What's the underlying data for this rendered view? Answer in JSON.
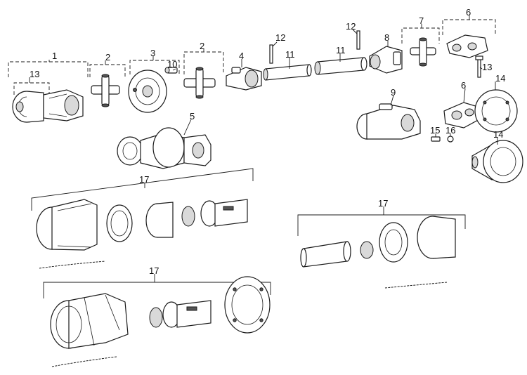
{
  "callouts": {
    "c1": "1",
    "c2a": "2",
    "c2b": "2",
    "c3": "3",
    "c4": "4",
    "c5": "5",
    "c6a": "6",
    "c6b": "6",
    "c7": "7",
    "c8": "8",
    "c9": "9",
    "c10": "10",
    "c11a": "11",
    "c11b": "11",
    "c12a": "12",
    "c12b": "12",
    "c13a": "13",
    "c13b": "13",
    "c14a": "14",
    "c14b": "14",
    "c15": "15",
    "c16": "16",
    "c17a": "17",
    "c17b": "17",
    "c17c": "17"
  },
  "colors": {
    "line": "#1a1a1a",
    "shade": "#d9d9d9",
    "paper": "#ffffff"
  }
}
